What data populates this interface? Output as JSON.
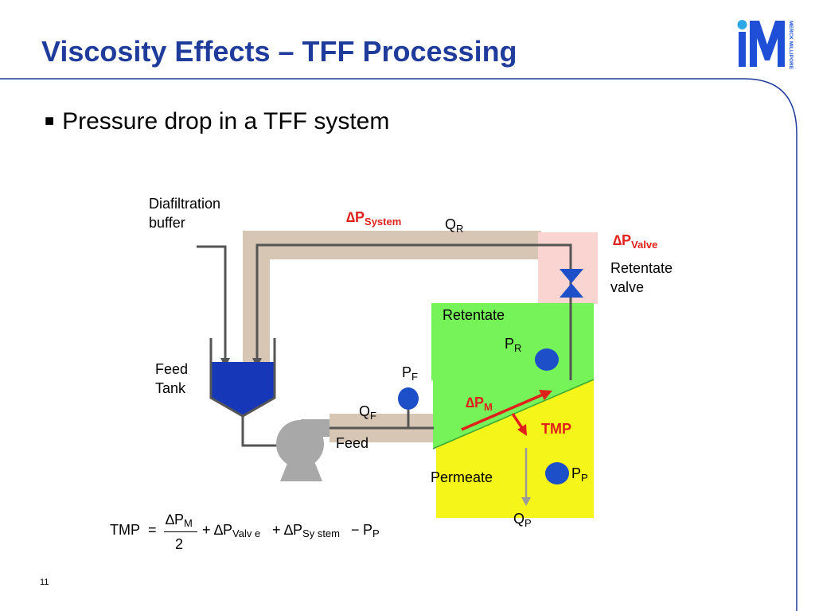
{
  "header": {
    "title": "Viscosity Effects – TFF Processing"
  },
  "logo": {
    "letter": "M",
    "text": "MERCK MILLIPORE"
  },
  "bullets": [
    {
      "marker": "■",
      "text": "Pressure drop in a TFF system"
    }
  ],
  "diagram": {
    "diafiltration_line1": "Diafiltration",
    "diafiltration_line2": "buffer",
    "dp_system_symbol": "∆P",
    "dp_system_sub": "System",
    "qr_main": "Q",
    "qr_sub": "R",
    "dp_valve_symbol": "∆P",
    "dp_valve_sub": "Valve",
    "retentate_valve_line1": "Retentate",
    "retentate_valve_line2": "valve",
    "retentate": "Retentate",
    "pr_main": "P",
    "pr_sub": "R",
    "feed_tank_line1": "Feed",
    "feed_tank_line2": "Tank",
    "pf_main": "P",
    "pf_sub": "F",
    "dpm_symbol": "∆P",
    "dpm_sub": "M",
    "qf_main": "Q",
    "qf_sub": "F",
    "tmp": "TMP",
    "feed": "Feed",
    "permeate": "Permeate",
    "pp_main": "P",
    "pp_sub": "P",
    "qp_main": "Q",
    "qp_sub": "P"
  },
  "formula": {
    "lhs": "TMP",
    "equals": "=",
    "num_main": "∆P",
    "num_sub": "M",
    "den": "2",
    "plus1": "+",
    "t2_main": "∆P",
    "t2_sub": "Valv e",
    "plus2": "+",
    "t3_main": "∆P",
    "t3_sub": "Sy stem",
    "minus": "−",
    "t4_main": "P",
    "t4_sub": "P"
  },
  "footer": {
    "page_number": "11"
  },
  "colors": {
    "title": "#1f3c9c",
    "accent_red": "#e0201b",
    "pipe_tan": "#d8c6b4",
    "retentate_green": "#77f35a",
    "permeate_yellow": "#f6f51a",
    "valve_pink": "#f9d4d0",
    "gauge_blue": "#1d4fc9",
    "tank_blue": "#1537b8"
  }
}
